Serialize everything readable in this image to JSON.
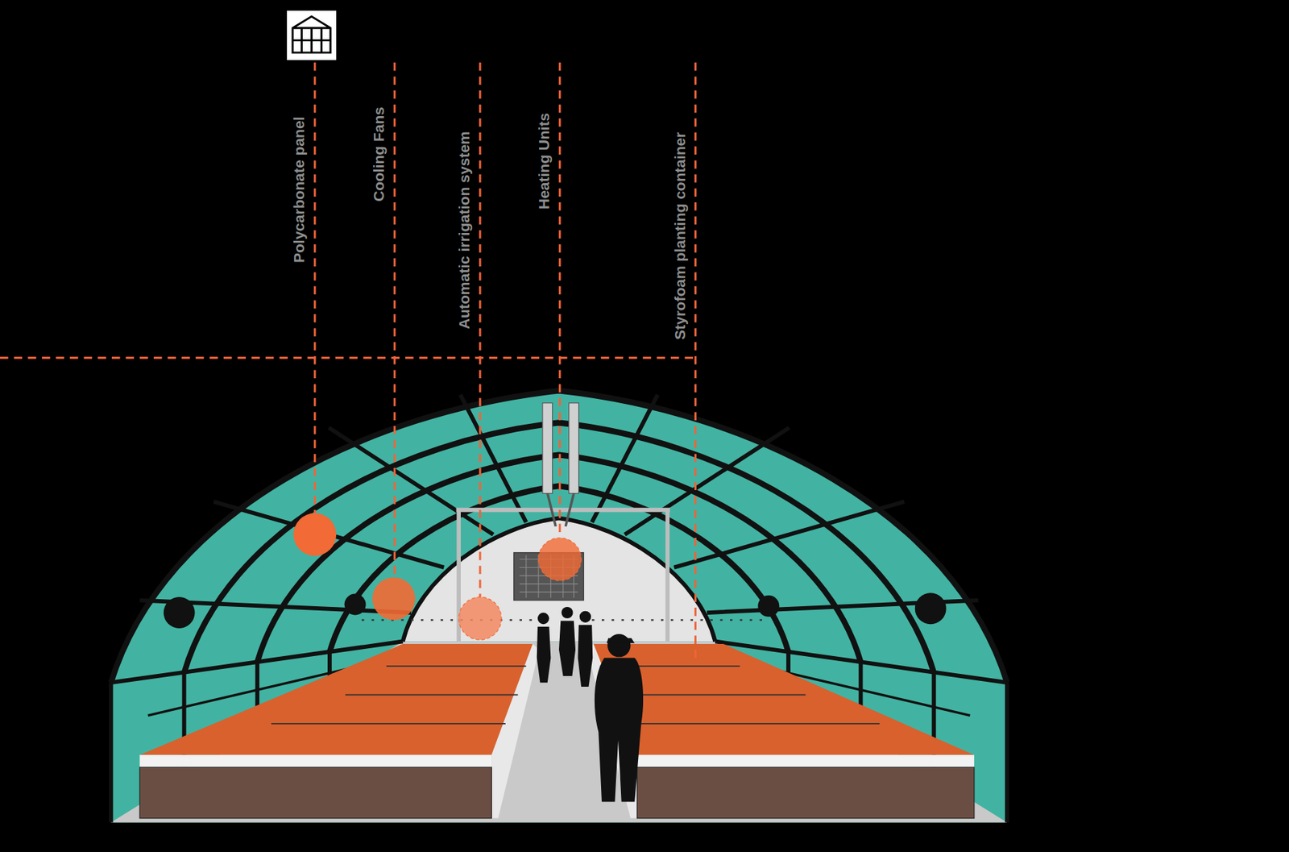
{
  "diagram": {
    "labels": [
      "Polycarbonate panel",
      "Cooling Fans",
      "Automatic irrigation system",
      "Heating Units",
      "Styrofoam planting container"
    ]
  }
}
